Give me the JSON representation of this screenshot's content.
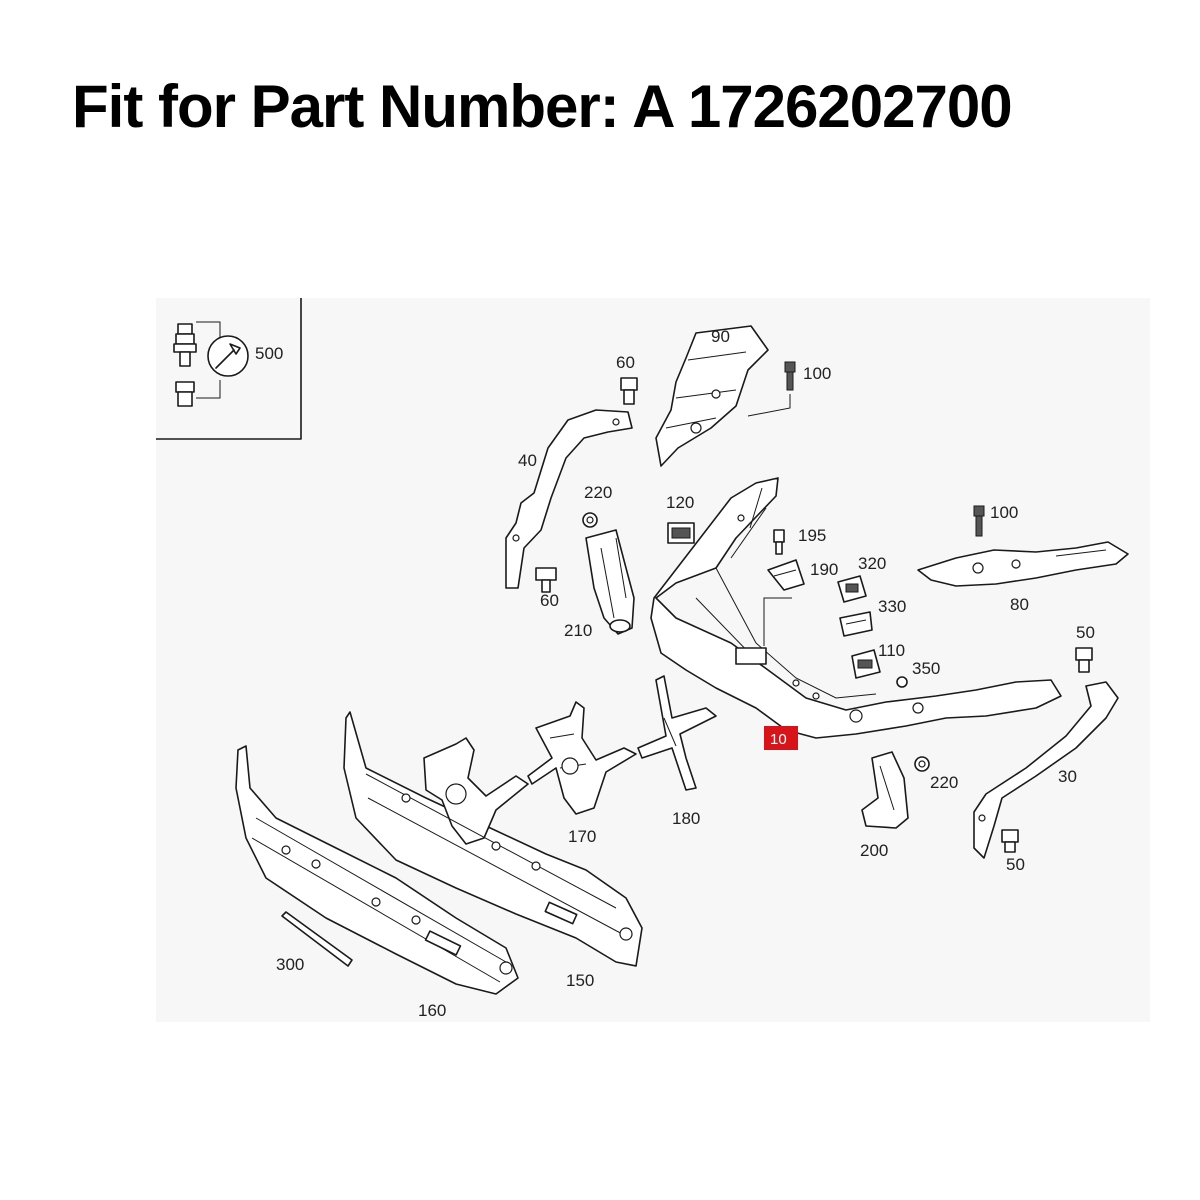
{
  "heading": "Fit for Part Number: A 1726202700",
  "highlight_color": "#d7141a",
  "diagram": {
    "callouts": {
      "p500": "500",
      "p90": "90",
      "p60_top": "60",
      "p100_top": "100",
      "p40": "40",
      "p220_left": "220",
      "p120": "120",
      "p195": "195",
      "p190": "190",
      "p320": "320",
      "p330": "330",
      "p110": "110",
      "p350": "350",
      "p100_right": "100",
      "p80": "80",
      "p60_left": "60",
      "p210": "210",
      "p50_top": "50",
      "p10": "10",
      "p220_right": "220",
      "p30": "30",
      "p50_bottom": "50",
      "p170": "170",
      "p180": "180",
      "p200": "200",
      "p300": "300",
      "p150": "150",
      "p160": "160"
    }
  }
}
